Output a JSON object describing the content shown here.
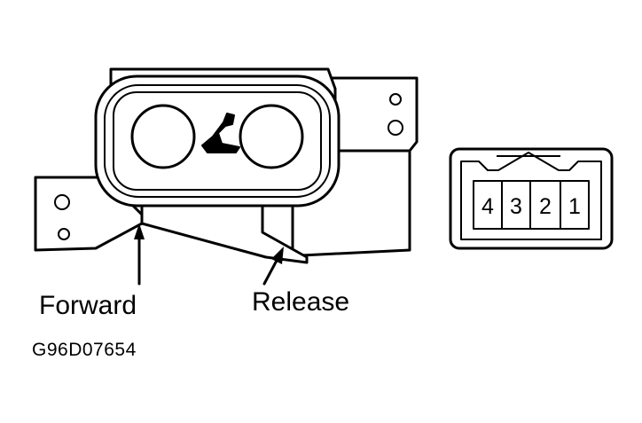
{
  "labels": {
    "forward": "Forward",
    "release": "Release",
    "figure_code": "G96D07654"
  },
  "connector": {
    "pins": [
      "4",
      "3",
      "2",
      "1"
    ]
  }
}
